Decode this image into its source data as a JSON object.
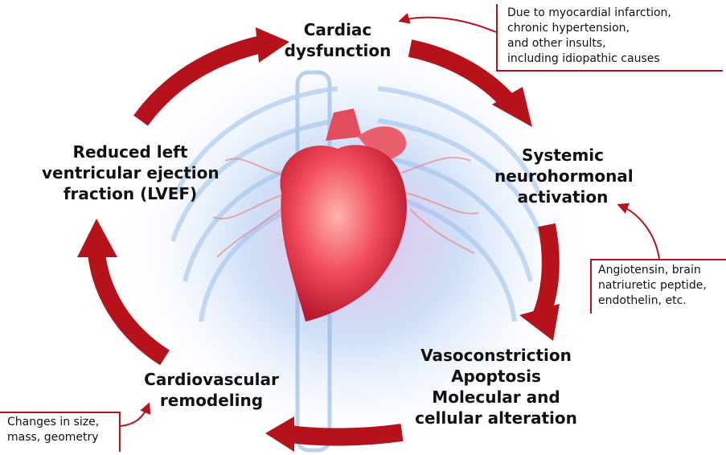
{
  "colors": {
    "arrow": "#b5121b",
    "heart": "#e8384a",
    "glow": "#a8c8f0"
  },
  "nodes": {
    "cardiac_dysfunction": [
      "Cardiac",
      "dysfunction"
    ],
    "neurohormonal": [
      "Systemic",
      "neurohormonal",
      "activation"
    ],
    "vasoconstriction": [
      "Vasoconstriction",
      "Apoptosis",
      "Molecular and",
      "cellular alteration"
    ],
    "remodeling": [
      "Cardiovascular",
      "remodeling"
    ],
    "lvef": [
      "Reduced left",
      "ventricular ejection",
      "fraction (LVEF)"
    ]
  },
  "callouts": {
    "causes": [
      "Due to myocardial infarction,",
      "chronic hypertension,",
      "and other insults,",
      "including idiopathic causes"
    ],
    "mediators": [
      "Angiotensin, brain",
      "natriuretic peptide,",
      "endothelin, etc."
    ],
    "remodeling_changes": [
      "Changes in size,",
      "mass, geometry"
    ]
  },
  "illustration": {
    "subject": "heart-in-chest",
    "icons": [
      "heart-icon",
      "ribcage-icon"
    ]
  }
}
